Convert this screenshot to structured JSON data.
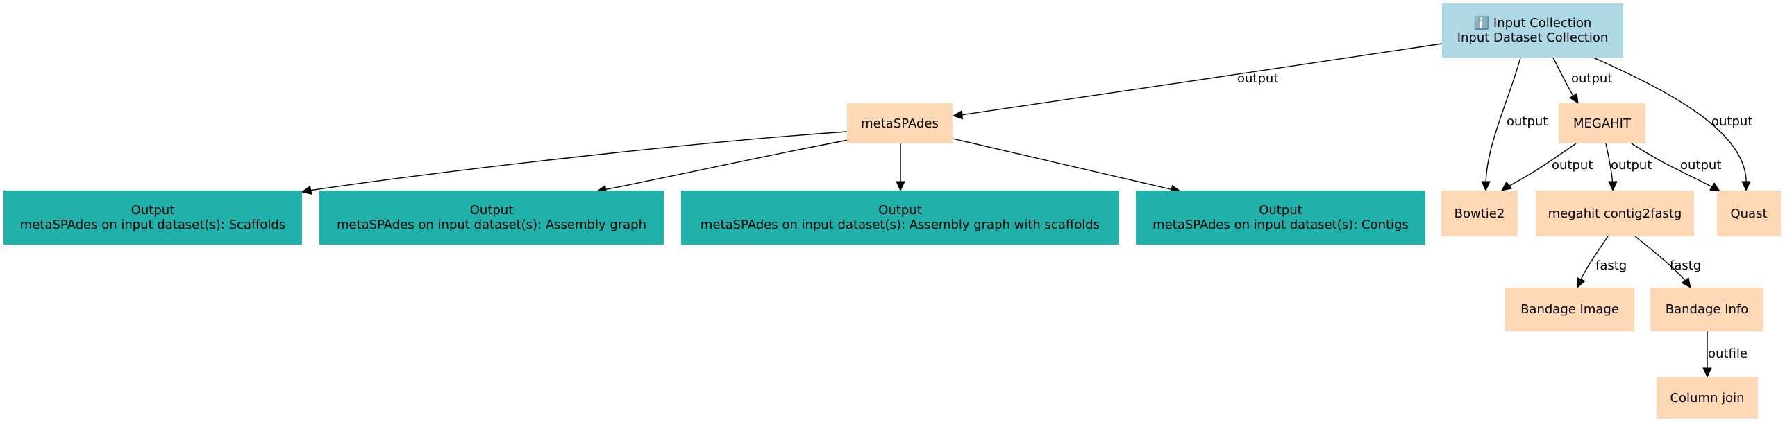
{
  "nodes": {
    "input": {
      "icon": "ℹ️",
      "title": "Input Collection",
      "subtitle": "Input Dataset Collection"
    },
    "metaspades": {
      "label": "metaSPAdes"
    },
    "megahit": {
      "label": "MEGAHIT"
    },
    "bowtie2": {
      "label": "Bowtie2"
    },
    "megahit_contig2fastg": {
      "label": "megahit contig2fastg"
    },
    "quast": {
      "label": "Quast"
    },
    "bandage_image": {
      "label": "Bandage Image"
    },
    "bandage_info": {
      "label": "Bandage Info"
    },
    "column_join": {
      "label": "Column join"
    },
    "out_scaffolds": {
      "title": "Output",
      "subtitle": "metaSPAdes on input dataset(s): Scaffolds"
    },
    "out_assembly_graph": {
      "title": "Output",
      "subtitle": "metaSPAdes on input dataset(s): Assembly graph"
    },
    "out_assembly_graph_scaffolds": {
      "title": "Output",
      "subtitle": "metaSPAdes on input dataset(s): Assembly graph with scaffolds"
    },
    "out_contigs": {
      "title": "Output",
      "subtitle": "metaSPAdes on input dataset(s): Contigs"
    }
  },
  "edges": [
    {
      "from": "input",
      "to": "metaspades",
      "label": "output"
    },
    {
      "from": "input",
      "to": "bowtie2",
      "label": "output"
    },
    {
      "from": "input",
      "to": "megahit",
      "label": "output"
    },
    {
      "from": "input",
      "to": "quast",
      "label": "output"
    },
    {
      "from": "metaspades",
      "to": "out_scaffolds",
      "label": ""
    },
    {
      "from": "metaspades",
      "to": "out_assembly_graph",
      "label": ""
    },
    {
      "from": "metaspades",
      "to": "out_assembly_graph_scaffolds",
      "label": ""
    },
    {
      "from": "metaspades",
      "to": "out_contigs",
      "label": ""
    },
    {
      "from": "megahit",
      "to": "bowtie2",
      "label": "output"
    },
    {
      "from": "megahit",
      "to": "megahit_contig2fastg",
      "label": "output"
    },
    {
      "from": "megahit",
      "to": "quast",
      "label": "output"
    },
    {
      "from": "megahit_contig2fastg",
      "to": "bandage_image",
      "label": "fastg"
    },
    {
      "from": "megahit_contig2fastg",
      "to": "bandage_info",
      "label": "fastg"
    },
    {
      "from": "bandage_info",
      "to": "column_join",
      "label": "outfile"
    }
  ]
}
